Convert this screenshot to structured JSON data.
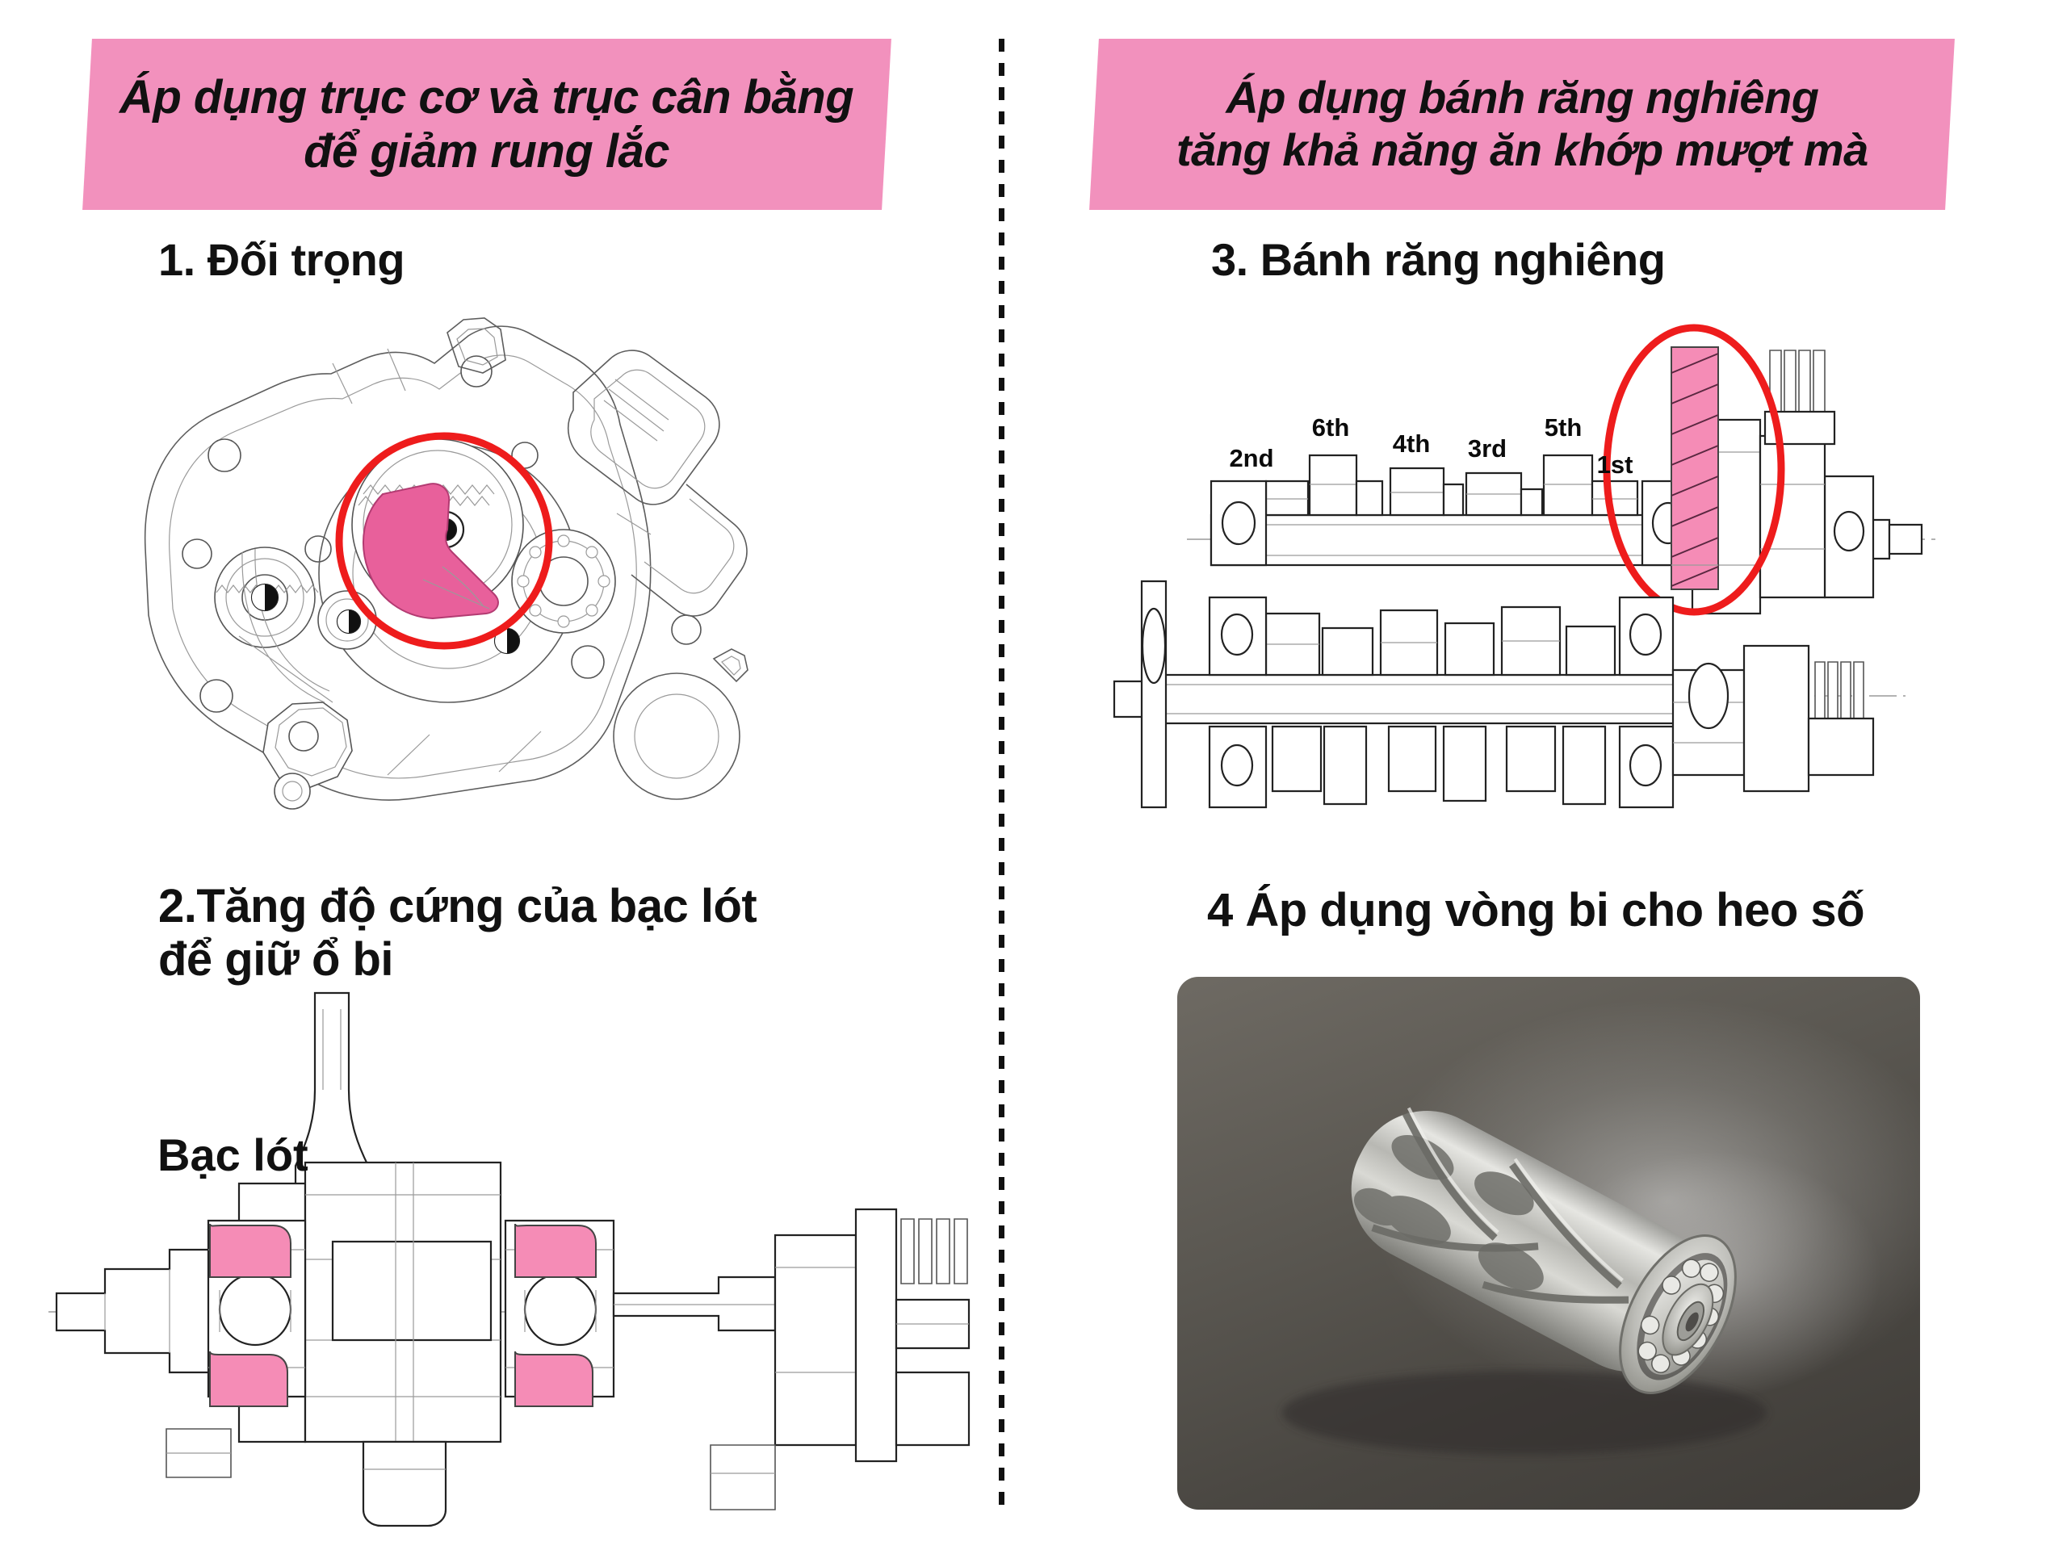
{
  "banners": {
    "left": {
      "line1": "Áp dụng trục cơ và trục cân bằng",
      "line2": "để giảm rung lắc",
      "bg": "#f291bd"
    },
    "right": {
      "line1": "Áp dụng bánh răng nghiêng",
      "line2": "tăng khả năng ăn khớp mượt mà",
      "bg": "#f291bd"
    }
  },
  "sections": [
    {
      "id": "s1",
      "number": "1.",
      "title": "1. Đối trọng"
    },
    {
      "id": "s2",
      "number": "2.",
      "title_line1": "2.Tăng độ cứng của bạc lót",
      "title_line2": "để giữ ổ bi"
    },
    {
      "id": "s3",
      "number": "3.",
      "title": "3. Bánh răng nghiêng"
    },
    {
      "id": "s4",
      "number": "4",
      "title": "4 Áp dụng vòng bi cho heo số"
    }
  ],
  "callouts": {
    "bac_lot": "Bạc lót"
  },
  "transmission": {
    "gear_labels": [
      "2nd",
      "6th",
      "4th",
      "3rd",
      "5th",
      "1st"
    ],
    "highlight_color": "#f58cb6",
    "highlight_ring_color": "#ee1c1c"
  },
  "colors": {
    "pink_banner": "#f291bd",
    "pink_part": "#e8609b",
    "pink_gear": "#f58cb6",
    "red_circle": "#ee1c1c",
    "line": "#5d5d5d",
    "text": "#111111"
  }
}
